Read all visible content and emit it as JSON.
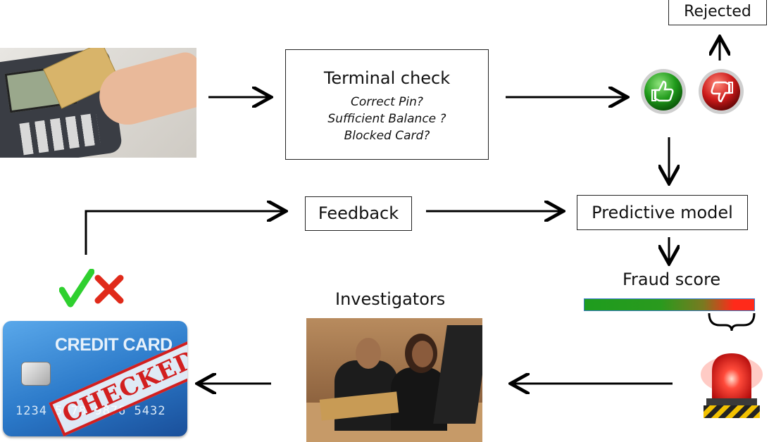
{
  "terminal": {
    "title": "Terminal check",
    "questions": [
      "Correct Pin?",
      "Sufficient Balance ?",
      "Blocked Card?"
    ]
  },
  "rejected": "Rejected",
  "feedback": "Feedback",
  "predictive_model": "Predictive model",
  "fraud_score": "Fraud score",
  "investigators": "Investigators",
  "card": {
    "brand": "CREDIT CARD",
    "stamp": "CHECKED",
    "number": "1234 5678 9876 5432"
  },
  "icons": {
    "thumbs_up": "thumbs-up-icon",
    "thumbs_down": "thumbs-down-icon",
    "check": "check-mark-icon",
    "cross": "cross-mark-icon",
    "alarm": "alarm-siren-icon"
  },
  "colors": {
    "approve": "#1f9a1a",
    "reject": "#cc1a1a",
    "score_low": "#1e9c1e",
    "score_high": "#ff2a1a",
    "card_blue": "#2a78c8"
  }
}
